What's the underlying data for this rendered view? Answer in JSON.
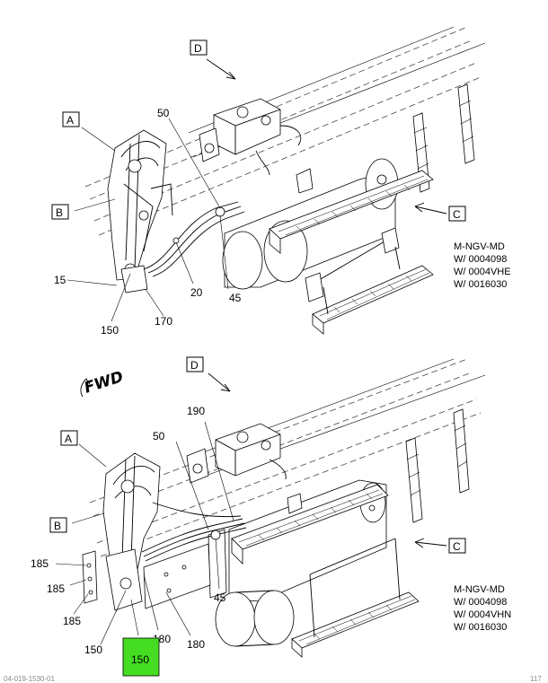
{
  "top_view": {
    "view_letters": [
      "A",
      "B",
      "C",
      "D"
    ],
    "callouts": [
      "50",
      "15",
      "20",
      "45",
      "150",
      "170"
    ],
    "spec_lines": [
      "M-NGV-MD",
      "W/ 0004098",
      "W/ 0004VHE",
      "W/ 0016030"
    ]
  },
  "bottom_view": {
    "view_letters": [
      "A",
      "B",
      "C",
      "D"
    ],
    "callouts": [
      "190",
      "50",
      "185",
      "185",
      "185",
      "45",
      "150",
      "180",
      "180"
    ],
    "highlighted_callout": "150",
    "highlight_color": "#44dd22",
    "spec_lines": [
      "M-NGV-MD",
      "W/ 0004098",
      "W/ 0004VHN",
      "W/ 0016030"
    ]
  },
  "direction_label": "FWD",
  "footer_left": "04-019-1530-01",
  "footer_right": "117"
}
